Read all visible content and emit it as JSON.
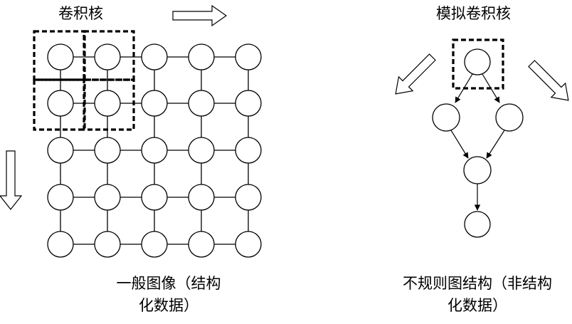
{
  "left_panel": {
    "kernel_label": "卷积核",
    "caption_line1": "一般图像（结构",
    "caption_line2": "化数据）"
  },
  "right_panel": {
    "kernel_label": "模拟卷积核",
    "caption_line1": "不规则图结构（非结构",
    "caption_line2": "化数据）"
  }
}
